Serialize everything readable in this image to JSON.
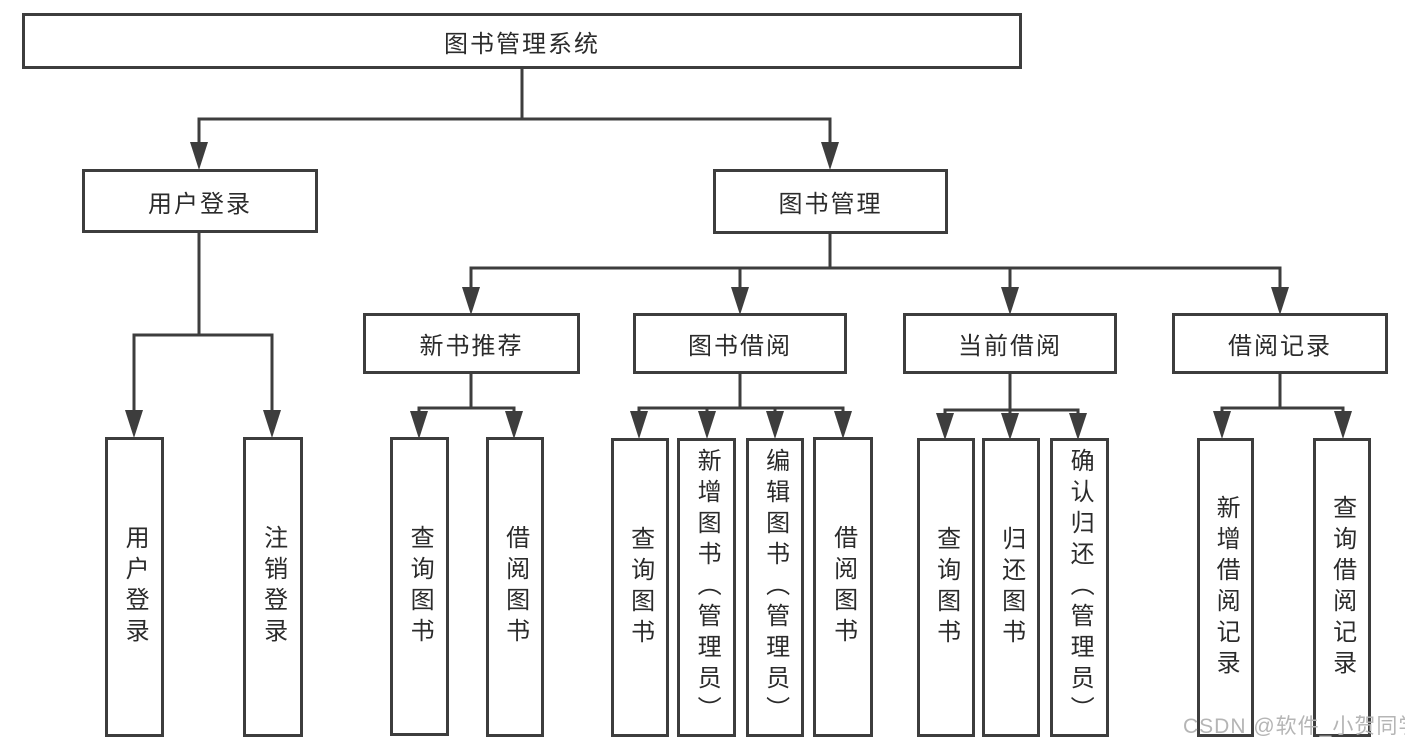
{
  "diagram": {
    "background": "#ffffff",
    "line_color": "#3d3d3d",
    "text_color": "#2b2b2b",
    "watermark_color": "#b5b5b5",
    "nodes": {
      "root": "图书管理系统",
      "user_login": "用户登录",
      "book_mgmt": "图书管理",
      "new_rec": "新书推荐",
      "borrow": "图书借阅",
      "current": "当前借阅",
      "records": "借阅记录",
      "ul_login": "用户登录",
      "ul_logout": "注销登录",
      "nr_query": "查询图书",
      "nr_borrow": "借阅图书",
      "bb_query": "查询图书",
      "bb_add": "新增图书（管理员）",
      "bb_edit": "编辑图书（管理员）",
      "bb_borrow": "借阅图书",
      "cb_query": "查询图书",
      "cb_return": "归还图书",
      "cb_confirm": "确认归还（管理员）",
      "br_add": "新增借阅记录",
      "br_query": "查询借阅记录"
    },
    "watermark": "CSDN @软件_小贺同学"
  }
}
